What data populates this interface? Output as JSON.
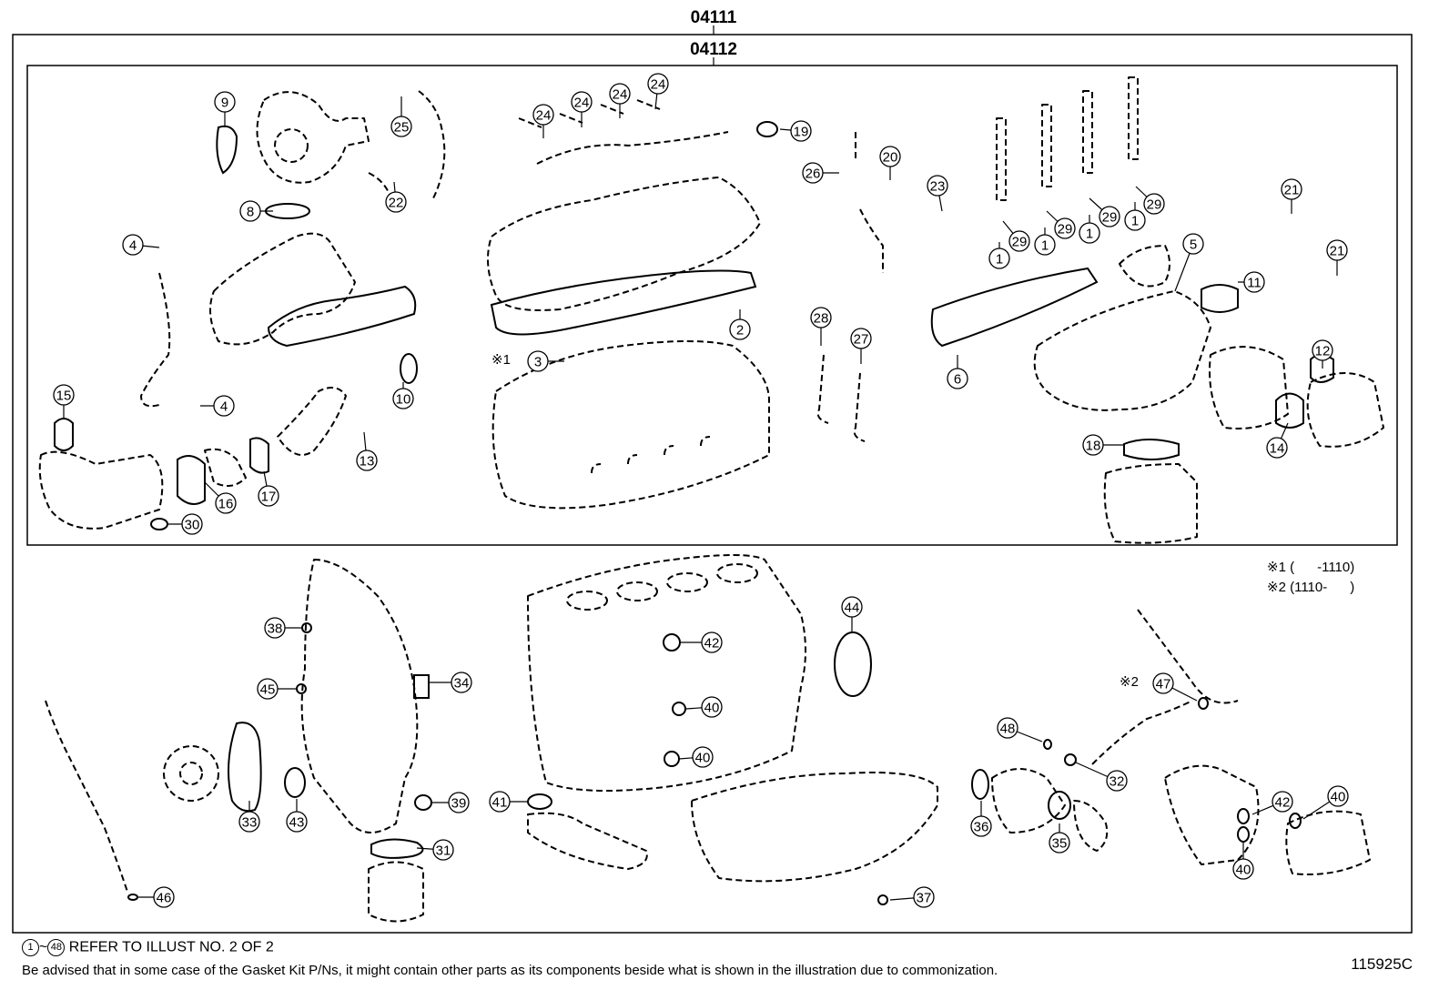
{
  "kits": {
    "outer": "04111",
    "inner": "04112"
  },
  "callouts": [
    "1",
    "2",
    "3",
    "4",
    "5",
    "6",
    "8",
    "9",
    "10",
    "11",
    "12",
    "13",
    "14",
    "15",
    "16",
    "17",
    "18",
    "19",
    "20",
    "21",
    "22",
    "23",
    "24",
    "25",
    "26",
    "27",
    "28",
    "29",
    "30",
    "31",
    "32",
    "33",
    "34",
    "35",
    "36",
    "37",
    "38",
    "39",
    "40",
    "41",
    "42",
    "43",
    "44",
    "45",
    "46",
    "47",
    "48"
  ],
  "marks": {
    "m1_label": "※1",
    "m1_range": "(      -1110)",
    "m2_label": "※2",
    "m2_range": "(1110-      )"
  },
  "footer": {
    "refer_start": "1",
    "refer_tilde": "~",
    "refer_end": "48",
    "refer_text": "REFER TO ILLUST NO. 2 OF 2",
    "advised_text": "Be advised that in some case of the Gasket Kit P/Ns,  it might contain other parts as its components beside what is shown in the illustration due to commonization.",
    "illustration_id": "115925C"
  }
}
